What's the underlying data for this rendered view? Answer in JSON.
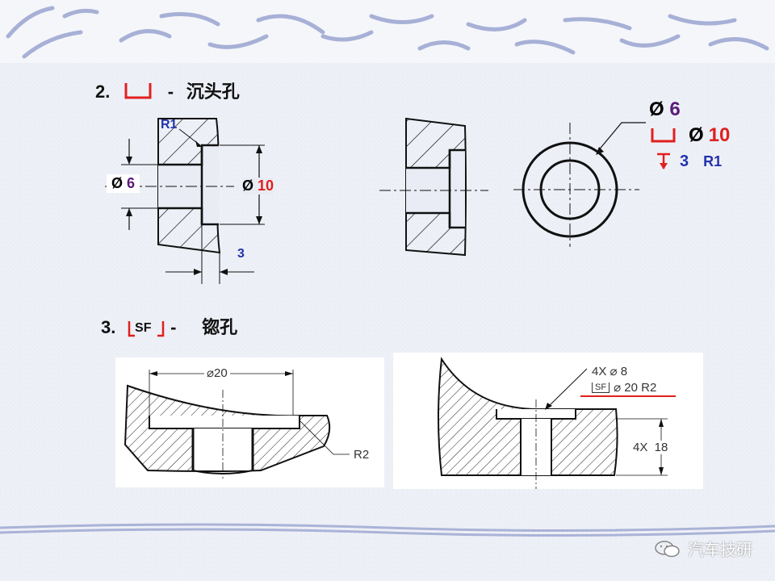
{
  "slide": {
    "section2": {
      "number": "2.",
      "dash": "-",
      "title": "沉头孔"
    },
    "section3": {
      "number": "3.",
      "symbol": "SF",
      "dash": "-",
      "title": "锪孔"
    }
  },
  "counterbore_drawing": {
    "label_r1": "R1",
    "dim_small_prefix": "Ø",
    "dim_small_value": "6",
    "dim_large_prefix": "Ø",
    "dim_large_value": "10",
    "dim_depth": "3"
  },
  "callout": {
    "line1_prefix": "Ø",
    "line1_value": "6",
    "line2_prefix": "Ø",
    "line2_value": "10",
    "line3_depth": "3",
    "line3_radius": "R1"
  },
  "spotface_left": {
    "dim_diameter": "⌀20",
    "dim_radius": "R2"
  },
  "spotface_right": {
    "callout_line1": "4X ⌀ 8",
    "callout_symbol": "SF",
    "callout_line2": "⌀ 20 R2",
    "dim_height": "4X  18"
  },
  "watermark": {
    "text": "汽车技研",
    "icon": "wechat-icon"
  },
  "colors": {
    "red": "#e0201e",
    "purple": "#5a1a7a",
    "blue": "#2233aa",
    "accent_blue": "#1a2a9a"
  }
}
